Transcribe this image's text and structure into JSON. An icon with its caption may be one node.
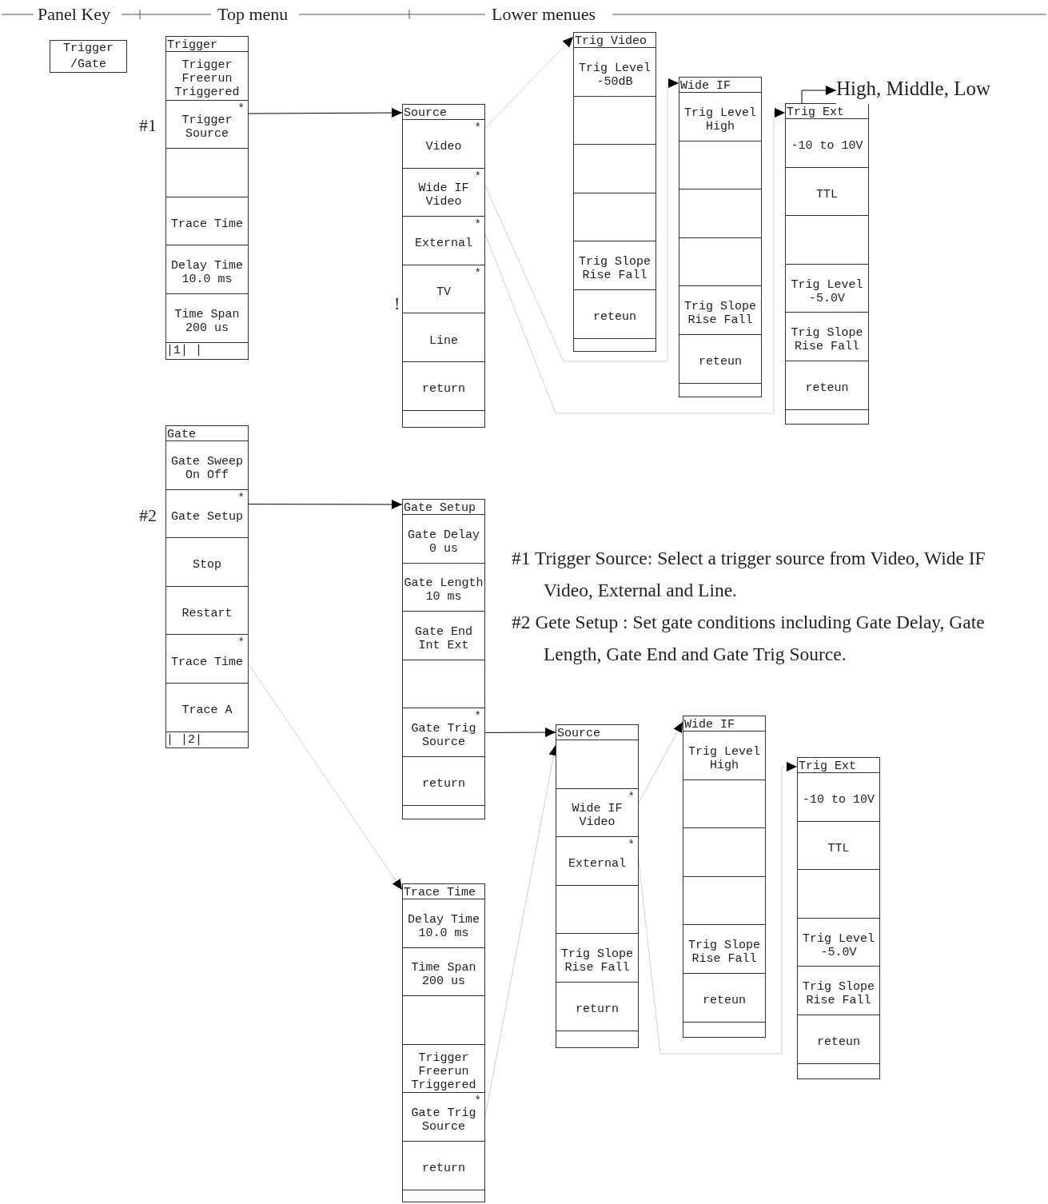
{
  "diagram": {
    "nodes": [
      {
        "text": [
          "Trigger /Gate"
        ]
      },
      {
        "text": [
          "Trigger"
        ]
      },
      {
        "text": [
          "Trigger Freerun Triggered"
        ],
        "in": 1
      },
      {
        "text": [
          "*",
          "Trigger Source"
        ],
        "in": 1,
        "beside": [
          "#1"
        ]
      },
      {
        "text": [],
        "shape": "box",
        "in": 1
      },
      {
        "text": [
          "Trace Time"
        ],
        "in": 1
      },
      {
        "text": [
          "Delay Time 10.0 ms"
        ],
        "in": 1
      },
      {
        "text": [
          "Time Span 200 us"
        ],
        "in": 1
      },
      {
        "text": [
          "|1| |"
        ],
        "in": 1
      },
      {
        "text": [
          "Source"
        ]
      },
      {
        "text": [
          "*",
          "Video"
        ],
        "in": 9
      },
      {
        "text": [
          "*",
          "Wide IF Video"
        ],
        "in": 9
      },
      {
        "text": [
          "*",
          "External"
        ],
        "in": 9
      },
      {
        "text": [
          "*",
          "TV"
        ],
        "in": 9,
        "beside": [
          "!"
        ]
      },
      {
        "text": [
          "Line"
        ],
        "in": 9
      },
      {
        "text": [
          "return"
        ],
        "in": 9
      },
      {
        "text": [],
        "shape": "box",
        "in": 9
      },
      {
        "text": [
          "Trig Video"
        ]
      },
      {
        "text": [
          "Trig Level -50dB"
        ],
        "in": 17
      },
      {
        "text": [],
        "shape": "box",
        "in": 17
      },
      {
        "text": [],
        "shape": "box",
        "in": 17
      },
      {
        "text": [],
        "shape": "box",
        "in": 17
      },
      {
        "text": [
          "Trig Slope Rise Fall"
        ],
        "in": 17
      },
      {
        "text": [
          "reteun"
        ],
        "in": 17
      },
      {
        "text": [],
        "shape": "box",
        "in": 17
      },
      {
        "text": [
          "Wide IF"
        ]
      },
      {
        "text": [
          "Trig Level High"
        ],
        "in": 25
      },
      {
        "text": [],
        "shape": "box",
        "in": 25
      },
      {
        "text": [],
        "shape": "box",
        "in": 25
      },
      {
        "text": [],
        "shape": "box",
        "in": 25
      },
      {
        "text": [
          "Trig Slope Rise Fall"
        ],
        "in": 25
      },
      {
        "text": [
          "reteun"
        ],
        "in": 25
      },
      {
        "text": [],
        "shape": "box",
        "in": 25
      },
      {
        "text": [
          "Trig Ext"
        ]
      },
      {
        "text": [
          "-10 to 10V"
        ],
        "in": 33
      },
      {
        "text": [
          "TTL"
        ],
        "in": 33
      },
      {
        "text": [],
        "shape": "box",
        "in": 33
      },
      {
        "text": [
          "Trig Level -5.0V"
        ],
        "in": 33
      },
      {
        "text": [
          "Trig Slope Rise Fall"
        ],
        "in": 33
      },
      {
        "text": [
          "reteun"
        ],
        "in": 33
      },
      {
        "text": [],
        "shape": "box",
        "in": 33
      },
      {
        "text": [
          "High, Middle, Low"
        ]
      },
      {
        "text": [
          "Gate"
        ]
      },
      {
        "text": [
          "Gate Sweep On Off"
        ],
        "in": 42
      },
      {
        "text": [
          "*",
          "Gate Setup"
        ],
        "in": 42,
        "beside": [
          "#2"
        ]
      },
      {
        "text": [
          "Stop"
        ],
        "in": 42
      },
      {
        "text": [
          "Restart"
        ],
        "in": 42
      },
      {
        "text": [
          "*",
          "Trace Time"
        ],
        "in": 42
      },
      {
        "text": [
          "Trace A"
        ],
        "in": 42
      },
      {
        "text": [
          "| |2|"
        ],
        "in": 42
      },
      {
        "text": [
          "Gate Setup"
        ]
      },
      {
        "text": [
          "Gate Delay 0 us"
        ],
        "in": 50
      },
      {
        "text": [
          "Gate Length 10 ms"
        ],
        "in": 50
      },
      {
        "text": [
          "Gate End Int Ext"
        ],
        "in": 50
      },
      {
        "text": [],
        "shape": "box",
        "in": 50
      },
      {
        "text": [
          "*",
          "Gate Trig Source"
        ],
        "in": 50
      },
      {
        "text": [
          "return"
        ],
        "in": 50
      },
      {
        "text": [],
        "shape": "box",
        "in": 50
      },
      {
        "text": [
          "Source"
        ]
      },
      {
        "text": [],
        "shape": "box",
        "in": 58
      },
      {
        "text": [
          "*",
          "Wide IF Video"
        ],
        "in": 58
      },
      {
        "text": [
          "*",
          "External"
        ],
        "in": 58
      },
      {
        "text": [],
        "shape": "box",
        "in": 58
      },
      {
        "text": [
          "Trig Slope Rise Fall"
        ],
        "in": 58
      },
      {
        "text": [
          "return"
        ],
        "in": 58
      },
      {
        "text": [],
        "shape": "box",
        "in": 58
      },
      {
        "text": [
          "Wide IF"
        ]
      },
      {
        "text": [
          "Trig Level High"
        ],
        "in": 66
      },
      {
        "text": [],
        "shape": "box",
        "in": 66
      },
      {
        "text": [],
        "shape": "box",
        "in": 66
      },
      {
        "text": [],
        "shape": "box",
        "in": 66
      },
      {
        "text": [
          "Trig Slope Rise Fall"
        ],
        "in": 66
      },
      {
        "text": [
          "reteun"
        ],
        "in": 66
      },
      {
        "text": [],
        "shape": "box",
        "in": 66
      },
      {
        "text": [
          "Trig Ext"
        ]
      },
      {
        "text": [
          "-10 to 10V"
        ],
        "in": 74
      },
      {
        "text": [
          "TTL"
        ],
        "in": 74
      },
      {
        "text": [],
        "shape": "box",
        "in": 74
      },
      {
        "text": [
          "Trig Level -5.0V"
        ],
        "in": 74
      },
      {
        "text": [
          "Trig Slope Rise Fall"
        ],
        "in": 74
      },
      {
        "text": [
          "reteun"
        ],
        "in": 74
      },
      {
        "text": [],
        "shape": "box",
        "in": 74
      },
      {
        "text": [
          "Trace Time"
        ]
      },
      {
        "text": [
          "Delay Time 10.0 ms"
        ],
        "in": 82
      },
      {
        "text": [
          "Time Span 200 us"
        ],
        "in": 82
      },
      {
        "text": [],
        "shape": "box",
        "in": 82
      },
      {
        "text": [
          "Trigger Freerun Triggered"
        ],
        "in": 82
      },
      {
        "text": [
          "*",
          "Gate Trig Source"
        ],
        "in": 82
      },
      {
        "text": [
          "return"
        ],
        "in": 82
      },
      {
        "text": [],
        "shape": "box",
        "in": 82
      }
    ],
    "edges": [
      {
        "from": 3,
        "to": 9,
        "arrow": "to",
        "color": "#000000"
      },
      {
        "from": 10,
        "to": 17,
        "arrow": "to"
      },
      {
        "from": 11,
        "to": 25,
        "arrow": "to"
      },
      {
        "from": 12,
        "to": 33,
        "arrow": "to"
      },
      {
        "from": 33,
        "to": 41,
        "arrow": "to",
        "color": "#000000"
      },
      {
        "from": 44,
        "to": 50,
        "arrow": "to",
        "color": "#000000"
      },
      {
        "from": 55,
        "to": 58,
        "arrow": "to",
        "color": "#000000"
      },
      {
        "from": 47,
        "to": 82,
        "arrow": "to"
      },
      {
        "from": 87,
        "to": 58,
        "arrow": "to"
      },
      {
        "from": 60,
        "to": 66,
        "arrow": "to"
      },
      {
        "from": 61,
        "to": 74,
        "arrow": "to"
      }
    ],
    "labels": [
      "Panel Key",
      "Top menu",
      "Lower menues",
      "#1 Trigger Source: Select a trigger source from Video, Wide IF Video, External and Line.",
      "#2 Gete Setup : Set gate conditions including Gate Delay, Gate Length, Gate End and Gate Trig Source."
    ]
  }
}
